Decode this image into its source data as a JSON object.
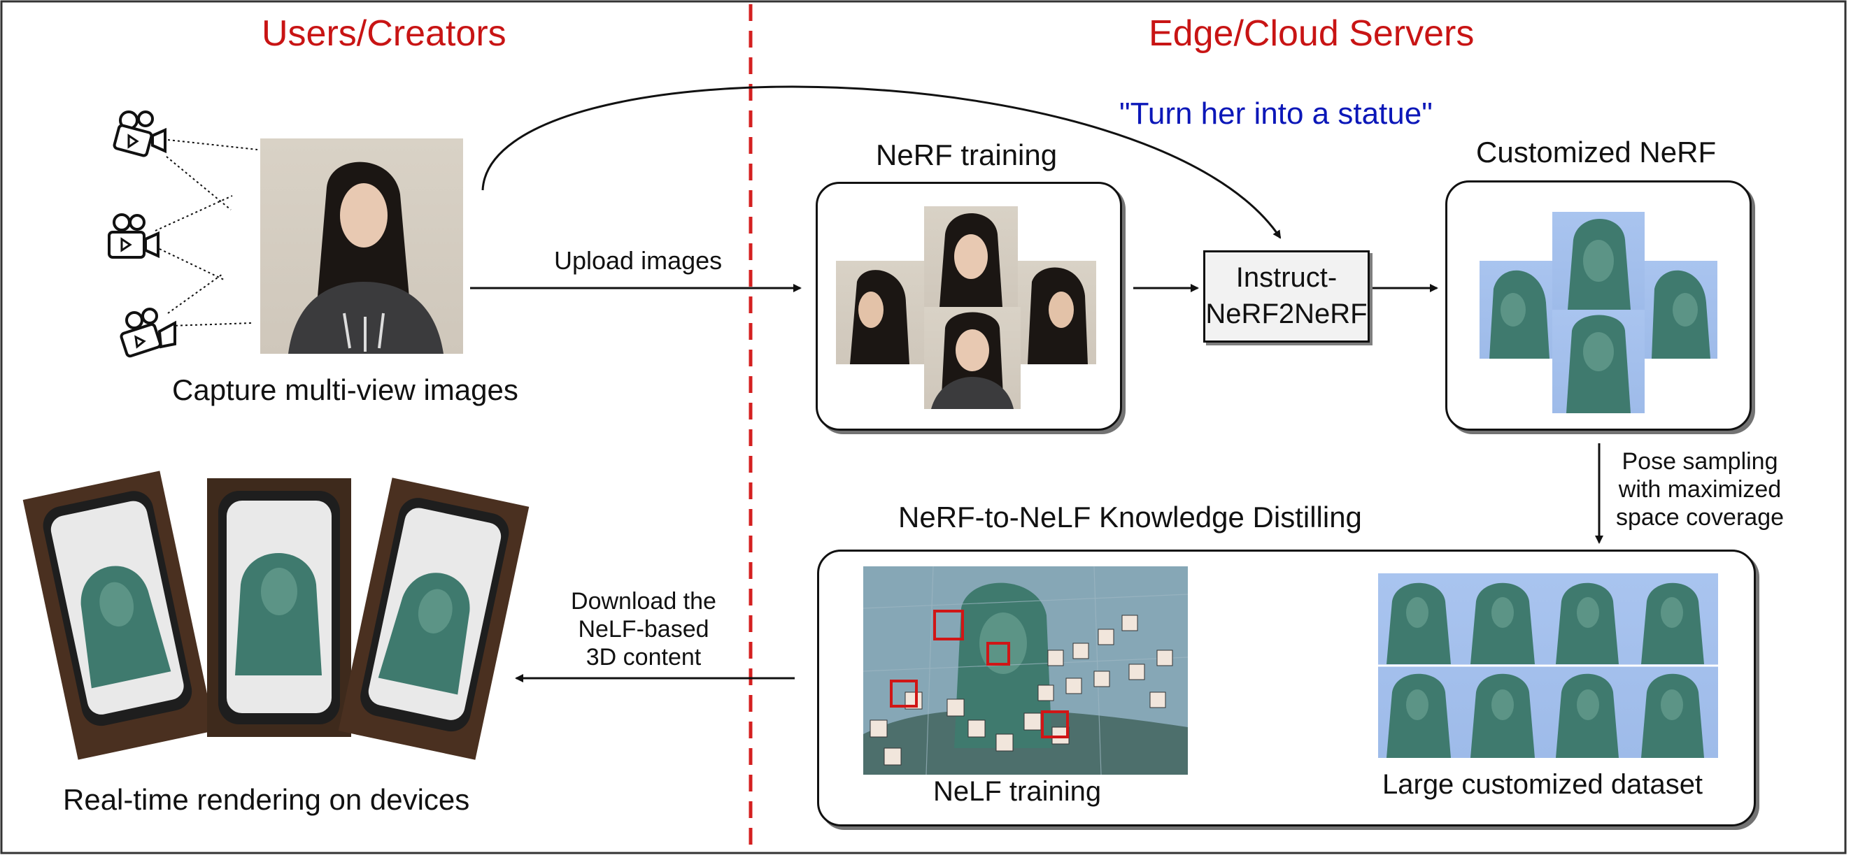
{
  "headers": {
    "left": "Users/Creators",
    "right": "Edge/Cloud Servers"
  },
  "prompt_text": "\"Turn her into a statue\"",
  "labels": {
    "capture": "Capture multi-view images",
    "upload": "Upload images",
    "nerf_training": "NeRF training",
    "instruct_line1": "Instruct-",
    "instruct_line2": "NeRF2NeRF",
    "customized_nerf": "Customized NeRF",
    "pose_line1": "Pose sampling",
    "pose_line2": "with maximized",
    "pose_line3": "space coverage",
    "distilling": "NeRF-to-NeLF Knowledge Distilling",
    "nelf_training": "NeLF training",
    "large_dataset": "Large customized dataset",
    "download_line1": "Download the",
    "download_line2": "NeLF-based",
    "download_line3": "3D content",
    "realtime": "Real-time rendering on devices"
  },
  "colors": {
    "header_red": "#c81414",
    "prompt_blue": "#0b17b8",
    "divider_red": "#d42020",
    "statue_bg": "#a9c4ef",
    "statue_teal": "#3f7a6e"
  }
}
